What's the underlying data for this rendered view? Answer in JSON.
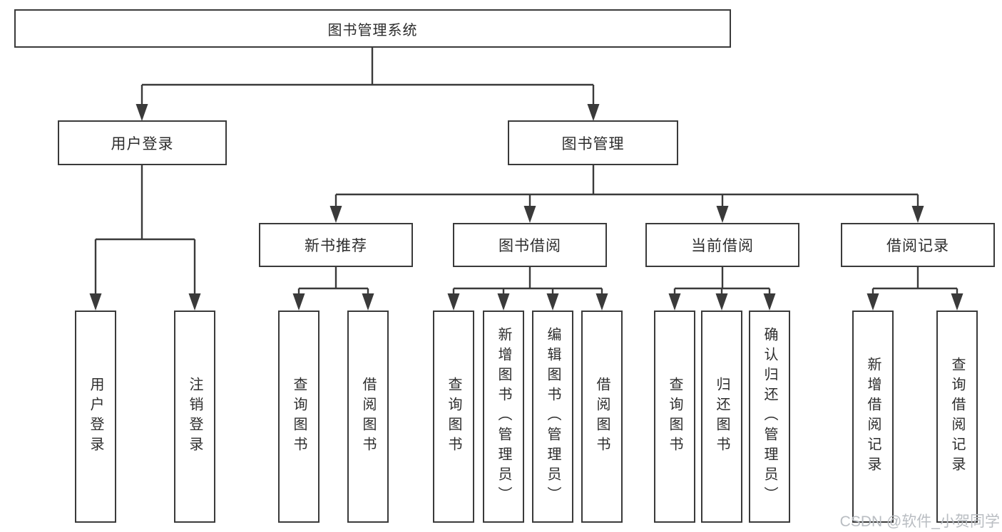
{
  "diagram": {
    "title": "图书管理系统",
    "type": "hierarchy-tree",
    "tree": {
      "label": "图书管理系统",
      "children": [
        {
          "label": "用户登录",
          "children": [
            {
              "label": "用户登录"
            },
            {
              "label": "注销登录"
            }
          ]
        },
        {
          "label": "图书管理",
          "children": [
            {
              "label": "新书推荐",
              "children": [
                {
                  "label": "查询图书"
                },
                {
                  "label": "借阅图书"
                }
              ]
            },
            {
              "label": "图书借阅",
              "children": [
                {
                  "label": "查询图书"
                },
                {
                  "label": "新增图书（管理员）"
                },
                {
                  "label": "编辑图书（管理员）"
                },
                {
                  "label": "借阅图书"
                }
              ]
            },
            {
              "label": "当前借阅",
              "children": [
                {
                  "label": "查询图书"
                },
                {
                  "label": "归还图书"
                },
                {
                  "label": "确认归还（管理员）"
                }
              ]
            },
            {
              "label": "借阅记录",
              "children": [
                {
                  "label": "新增借阅记录"
                },
                {
                  "label": "查询借阅记录"
                }
              ]
            }
          ]
        }
      ]
    },
    "colors": {
      "line": "#3a3a3a",
      "text": "#2d2d2d",
      "box_background": "#ffffff",
      "watermark_text": "#b9bdc2"
    }
  },
  "watermark": "CSDN @软件_小贺同学"
}
